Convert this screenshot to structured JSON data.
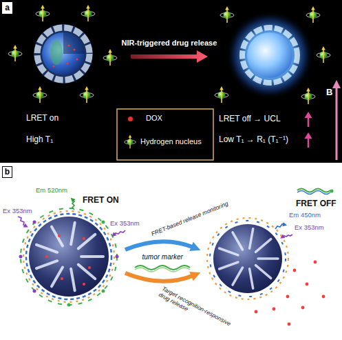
{
  "diagram": {
    "nodes": [
      {
        "text": [
          "a"
        ]
      },
      {
        "text": [
          "b"
        ]
      }
    ],
    "labels": [
      "NIR-triggered drug release",
      "B",
      "LRET on",
      "High T₁",
      "LRET off → UCL",
      "Low T₁ → R₁ (T₁⁻¹)",
      "FRET ON",
      "Em 520nm",
      "Ex 353nm",
      "Ex 353nm",
      "tumor marker",
      "FRET-based release monitoring",
      "Target recognition-responsive drug release",
      "FRET OFF",
      "Em 450nm",
      "Ex 353nm"
    ],
    "legend": [
      {
        "text": "DOX",
        "color": "#e8322c"
      },
      {
        "text": "Hydrogen nucleus"
      }
    ]
  }
}
